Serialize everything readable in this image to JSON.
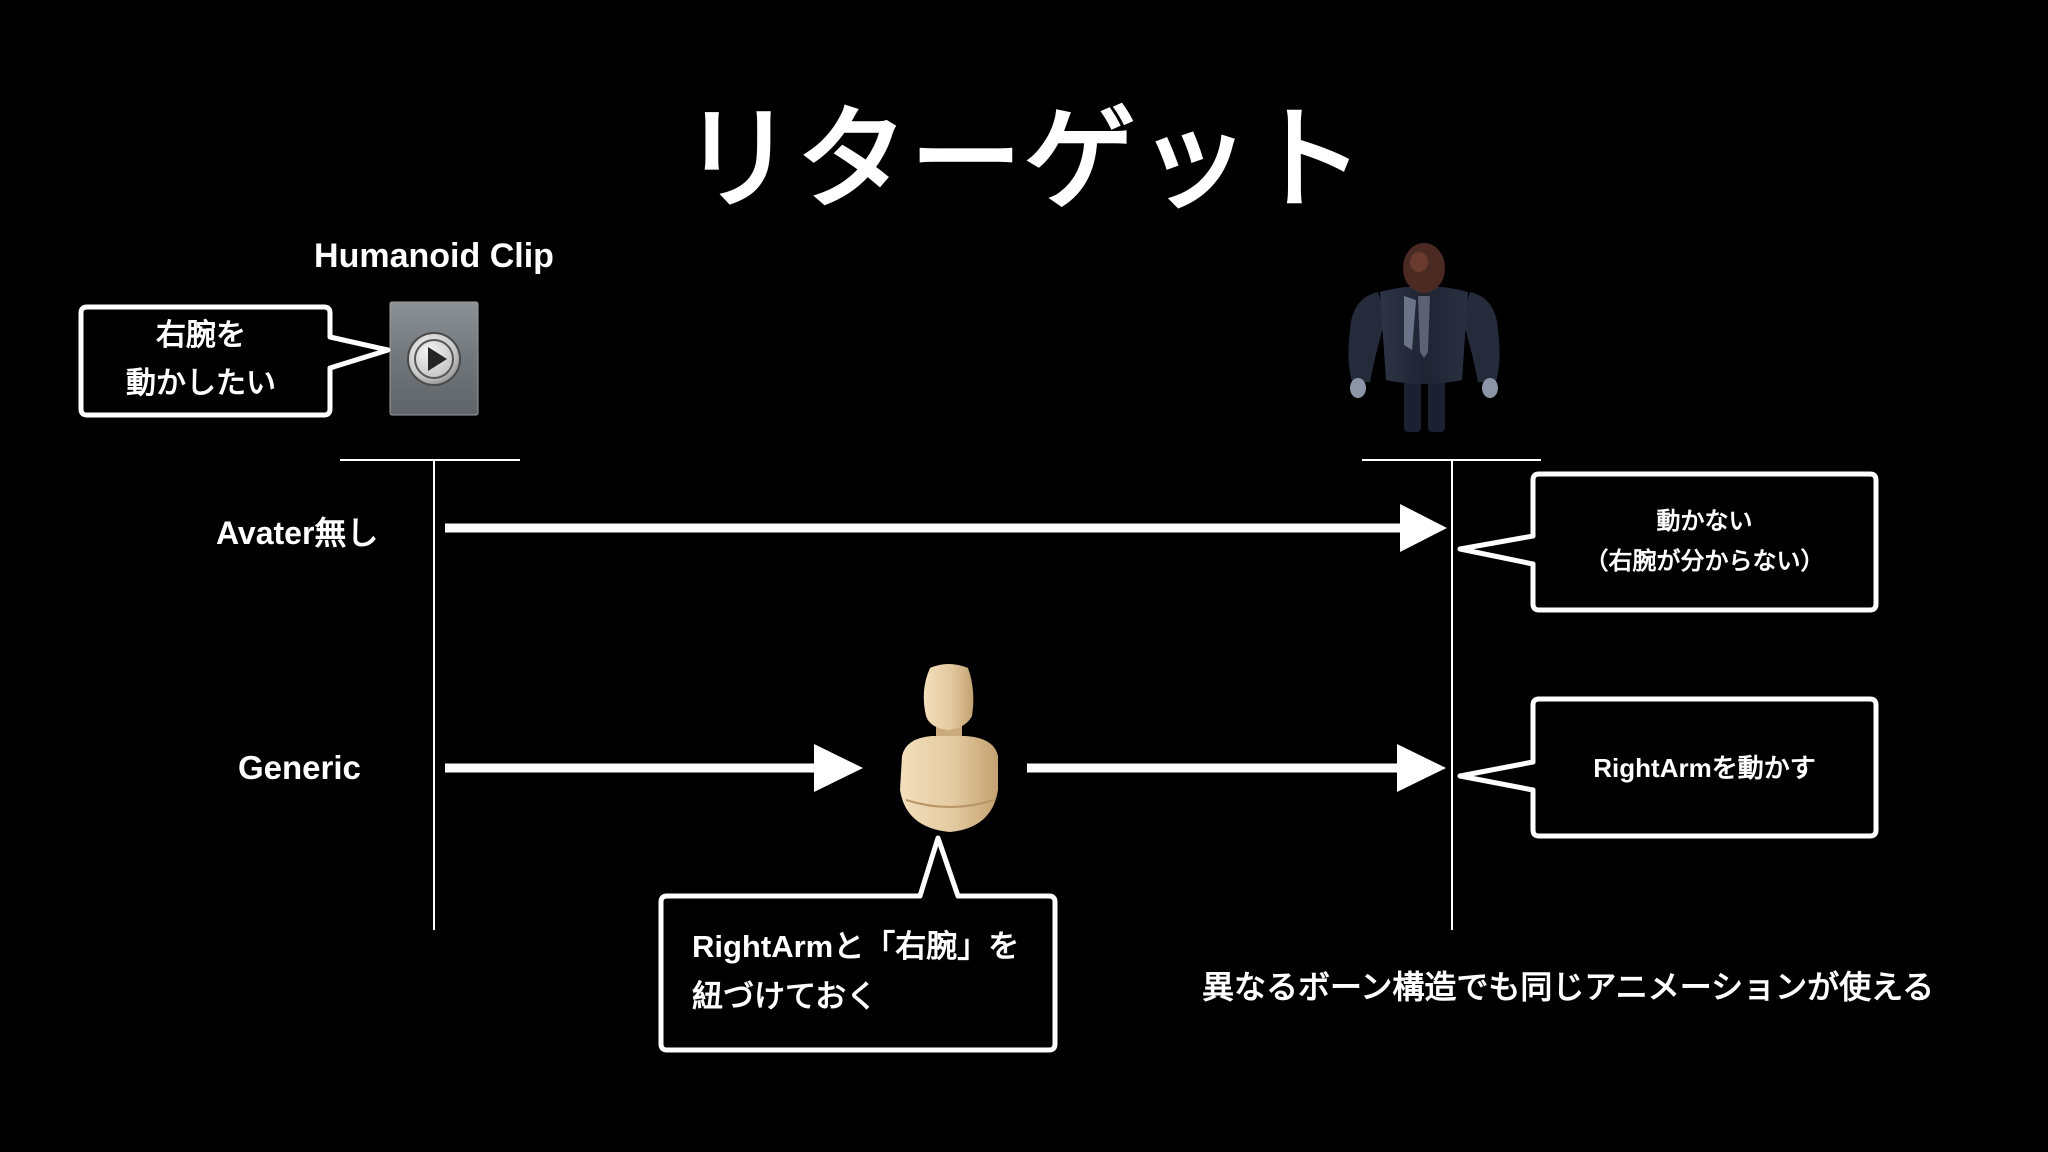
{
  "slide": {
    "title": "リターゲット"
  },
  "source": {
    "label": "Humanoid Clip",
    "clip_icon": "animation-clip-play-icon",
    "bubble_lines": [
      "右腕を",
      "動かしたい"
    ]
  },
  "target": {
    "model_icon": "humanoid-character-model-icon"
  },
  "rows": [
    {
      "label": "Avater無し",
      "result_lines": [
        "動かない",
        "（右腕が分からない）"
      ]
    },
    {
      "label": "Generic",
      "result_lines": [
        "RightArmを動かす"
      ],
      "avatar_icon": "avatar-mannequin-icon",
      "avatar_note_lines": [
        "RightArmと「右腕」を",
        "紐づけておく"
      ]
    }
  ],
  "footer_note": "異なるボーン構造でも同じアニメーションが使える",
  "colors": {
    "background": "#000000",
    "foreground": "#ffffff",
    "mannequin": "#e3c9a0",
    "clip_icon": "#7a7f83"
  }
}
